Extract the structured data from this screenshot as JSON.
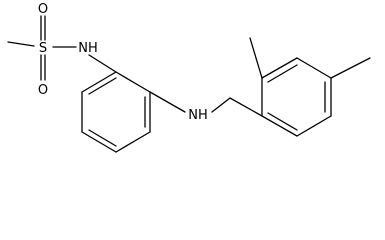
{
  "molecule": {
    "atoms": {
      "sulfur": "S",
      "oxygen_top": "O",
      "oxygen_bottom": "O",
      "sulfonamide_nh": "NH",
      "amine_nh": "NH"
    },
    "colors": {
      "bond": "#000000",
      "label": "#000000",
      "background": "#ffffff"
    }
  }
}
